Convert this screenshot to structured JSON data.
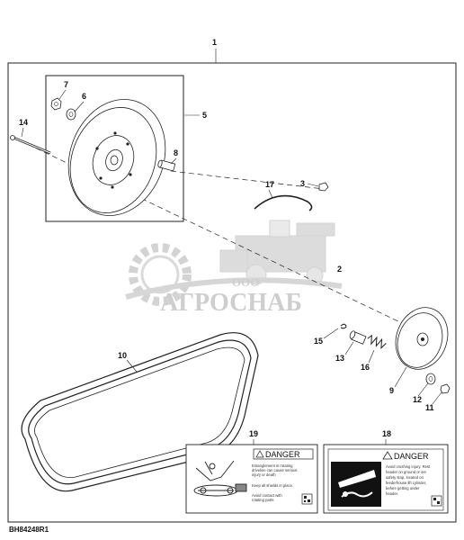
{
  "figure_id": "BH84248R1",
  "callouts": {
    "c1": "1",
    "c2": "2",
    "c3": "3",
    "c5": "5",
    "c6": "6",
    "c7": "7",
    "c8": "8",
    "c9": "9",
    "c10": "10",
    "c11": "11",
    "c12": "12",
    "c13": "13",
    "c14": "14",
    "c15": "15",
    "c16": "16",
    "c17": "17",
    "c18": "18",
    "c19": "19"
  },
  "watermark": {
    "small": "ООО",
    "large": "АГРОСНАБ"
  },
  "decal_19": {
    "header": "DANGER",
    "line1": "Entanglement in rotating",
    "line2": "driveline can cause serious",
    "line3": "injury or death",
    "line4": "Keep all shields in place.",
    "line5": "Avoid contact with",
    "line6": "rotating parts"
  },
  "decal_18": {
    "header": "DANGER",
    "line1": "Avoid crushing injury. Rest",
    "line2": "header on ground or set",
    "line3": "safety stop, located on",
    "line4": "feederhouse lift cylinder,",
    "line5": "before getting under",
    "line6": "header."
  },
  "colors": {
    "line": "#222222",
    "watermark": "#c9c9c9",
    "paper": "#ffffff"
  }
}
